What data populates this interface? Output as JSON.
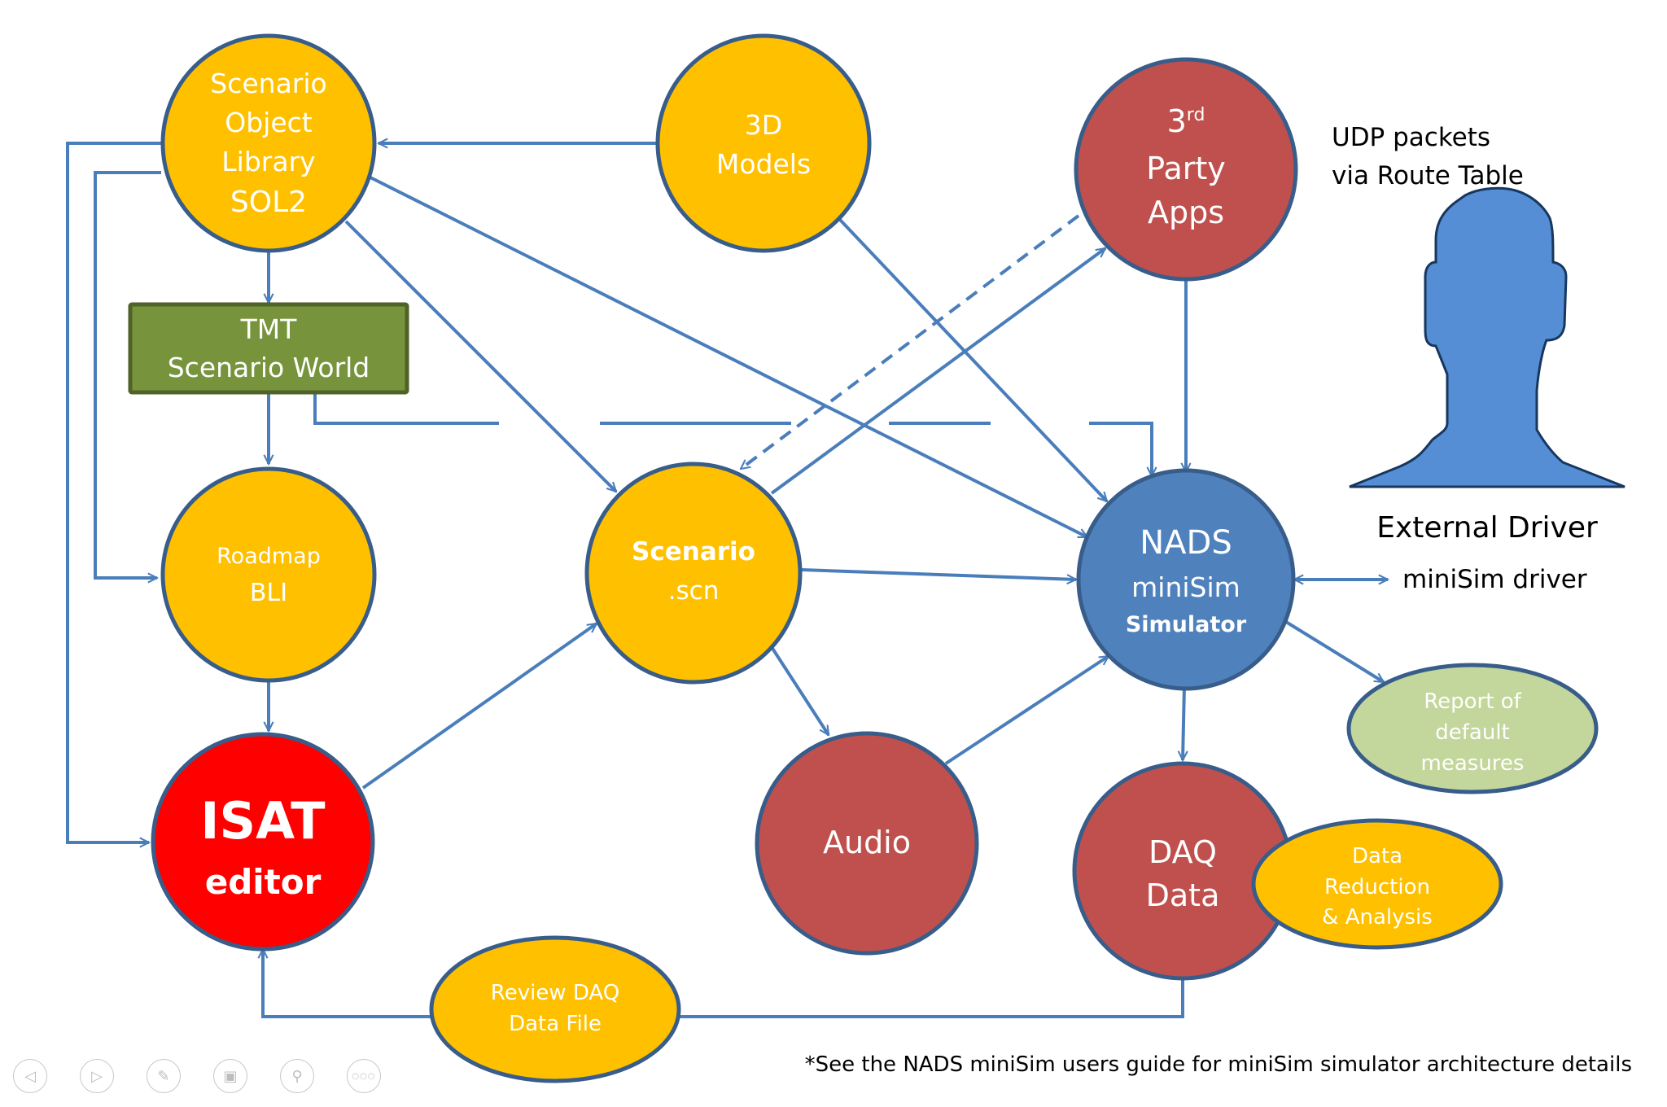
{
  "colors": {
    "yellow": "#FFC000",
    "red_node": "#C0504D",
    "bright_red": "#FF0000",
    "blue_node": "#4F81BD",
    "green_box": "#77933C",
    "light_green": "#C3D69B",
    "outline": "#385D8A",
    "arrow": "#4A7EBB"
  },
  "nodes": {
    "sol2": {
      "lines": [
        "Scenario",
        "Object",
        "Library",
        "SOL2"
      ]
    },
    "models3d": {
      "lines": [
        "3D",
        "Models"
      ]
    },
    "third_party": {
      "line1_main": "3",
      "line1_sup": "rd",
      "lines": [
        "Party",
        "Apps"
      ]
    },
    "tmt": {
      "lines": [
        "TMT",
        "Scenario World"
      ]
    },
    "roadmap": {
      "lines": [
        "Roadmap",
        "BLI"
      ]
    },
    "scenario_scn": {
      "lines": [
        "Scenario",
        ".scn"
      ]
    },
    "nads": {
      "lines": [
        "NADS",
        "miniSim",
        "Simulator"
      ]
    },
    "isat": {
      "lines": [
        "ISAT",
        "editor"
      ]
    },
    "audio": {
      "lines": [
        "Audio"
      ]
    },
    "daq": {
      "lines": [
        "DAQ",
        "Data"
      ]
    },
    "report": {
      "lines": [
        "Report of",
        "default",
        "measures"
      ]
    },
    "reduction": {
      "lines": [
        "Data",
        "Reduction",
        "& Analysis"
      ]
    },
    "review": {
      "lines": [
        "Review DAQ",
        "Data File"
      ]
    }
  },
  "annotations": {
    "udp_line1": "UDP packets",
    "udp_line2": "via Route Table",
    "external_driver": "External Driver",
    "minisim_driver": "miniSim driver",
    "footnote": "*See the NADS miniSim users guide for miniSim simulator architecture details"
  },
  "toolbar": {
    "prev_glyph": "◁",
    "next_glyph": "▷",
    "pen_glyph": "✎",
    "slides_glyph": "▣",
    "zoom_glyph": "⚲",
    "more_glyph": "○○○"
  }
}
